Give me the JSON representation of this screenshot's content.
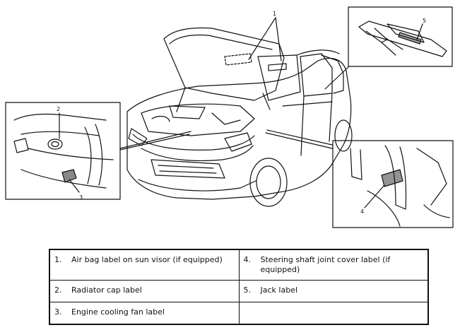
{
  "callouts": [
    "1",
    "2",
    "3",
    "4",
    "5"
  ],
  "legend": {
    "rows": [
      [
        {
          "num": "1.",
          "text": "Air bag label on sun visor (if equipped)"
        },
        {
          "num": "4.",
          "text": "Steering shaft joint cover label (if equipped)"
        }
      ],
      [
        {
          "num": "2.",
          "text": "Radiator cap label"
        },
        {
          "num": "5.",
          "text": "Jack label"
        }
      ],
      [
        {
          "num": "3.",
          "text": "Engine cooling fan label"
        },
        {
          "num": "",
          "text": ""
        }
      ]
    ]
  }
}
